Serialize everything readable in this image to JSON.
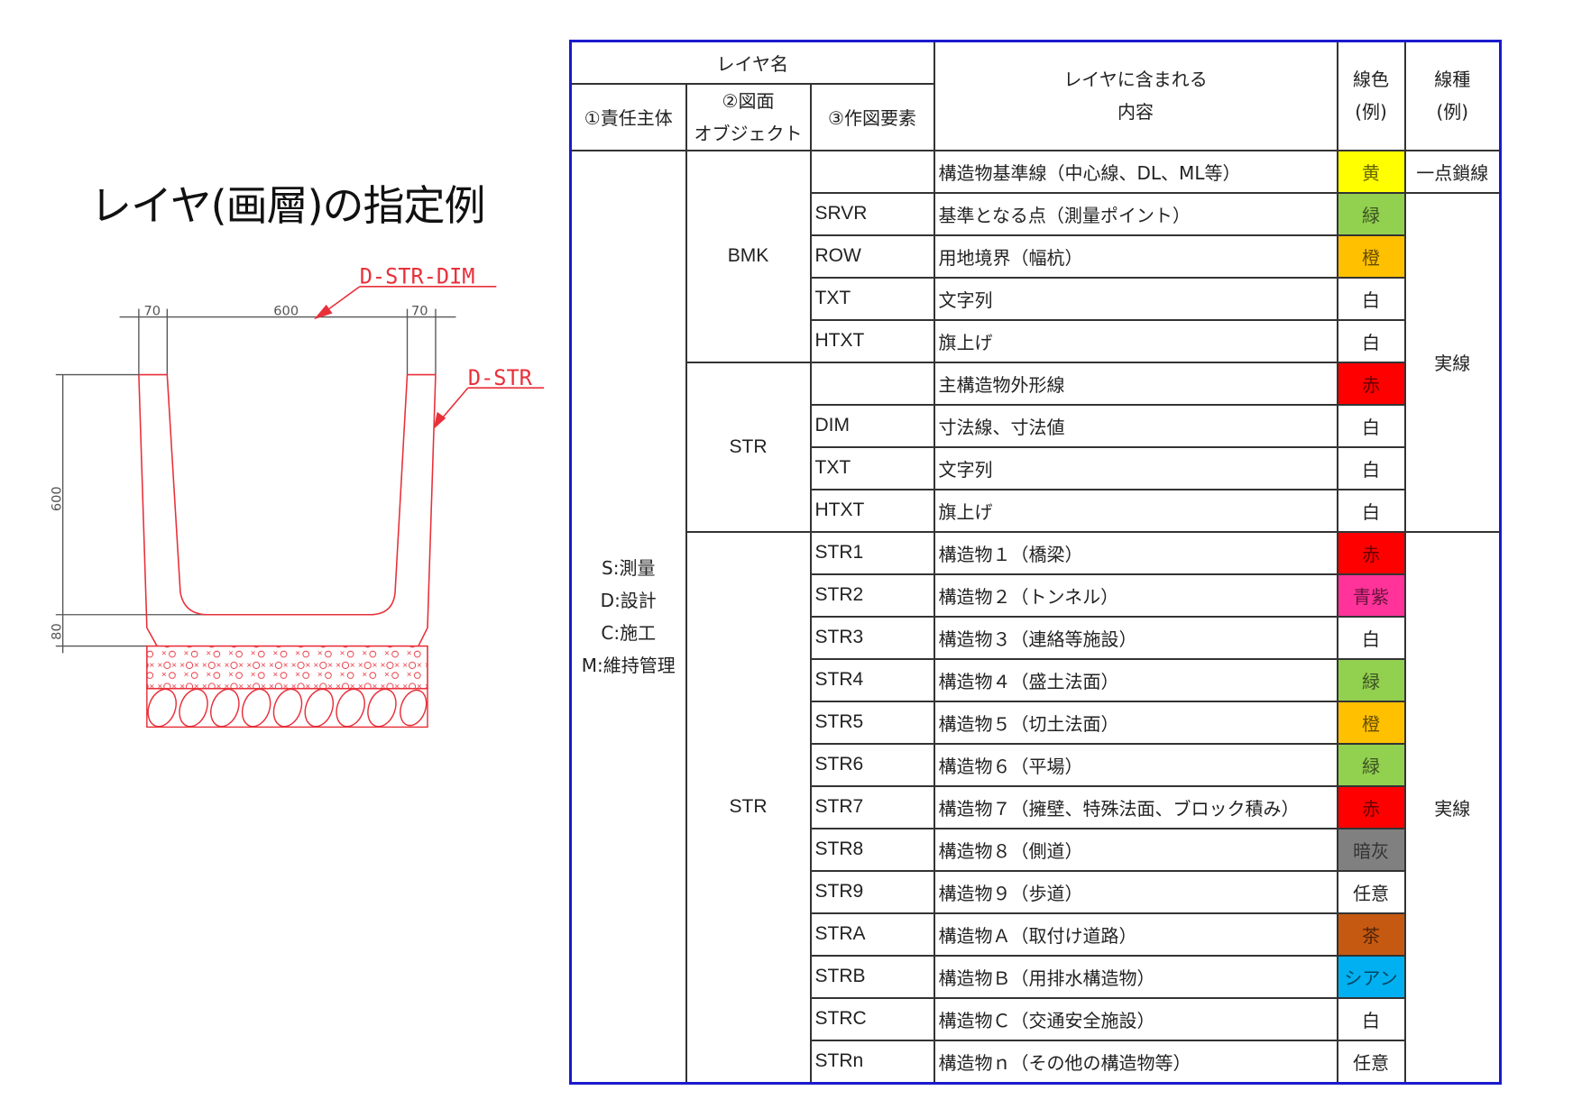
{
  "title": "レイヤ(画層)の指定例",
  "drawing": {
    "labels": {
      "dim_layer": "D-STR-DIM",
      "str_layer": "D-STR"
    },
    "dimensions": {
      "left_wall": "70",
      "inner_width": "600",
      "right_wall": "70",
      "height": "600",
      "base": "80"
    }
  },
  "table": {
    "header": {
      "layer_name": "レイヤ名",
      "responsible": "①責任主体",
      "object_line1": "②図面",
      "object_line2": "オブジェクト",
      "element": "③作図要素",
      "content_line1": "レイヤに含まれる",
      "content_line2": "内容",
      "color_line1": "線色",
      "color_line2": "(例)",
      "linetype_line1": "線種",
      "linetype_line2": "(例)"
    },
    "responsible_lines": [
      "S:測量",
      "D:設計",
      "C:施工",
      "M:維持管理"
    ],
    "groups": [
      "BMK",
      "STR",
      "STR"
    ],
    "linetypes": [
      "一点鎖線",
      "実線",
      "実線"
    ],
    "rows": [
      {
        "element": "",
        "content": "構造物基準線（中心線、DL、ML等）",
        "color": "黄",
        "bg": "#ffff00"
      },
      {
        "element": "SRVR",
        "content": "基準となる点（測量ポイント）",
        "color": "緑",
        "bg": "#92d050"
      },
      {
        "element": "ROW",
        "content": "用地境界（幅杭）",
        "color": "橙",
        "bg": "#ffc000"
      },
      {
        "element": "TXT",
        "content": "文字列",
        "color": "白",
        "bg": "#ffffff"
      },
      {
        "element": "HTXT",
        "content": "旗上げ",
        "color": "白",
        "bg": "#ffffff"
      },
      {
        "element": "",
        "content": "主構造物外形線",
        "color": "赤",
        "bg": "#ff0000"
      },
      {
        "element": "DIM",
        "content": "寸法線、寸法値",
        "color": "白",
        "bg": "#ffffff"
      },
      {
        "element": "TXT",
        "content": "文字列",
        "color": "白",
        "bg": "#ffffff"
      },
      {
        "element": "HTXT",
        "content": "旗上げ",
        "color": "白",
        "bg": "#ffffff"
      },
      {
        "element": "STR1",
        "content": "構造物１（橋梁）",
        "color": "赤",
        "bg": "#ff0000"
      },
      {
        "element": "STR2",
        "content": "構造物２（トンネル）",
        "color": "青紫",
        "bg": "#ff3399"
      },
      {
        "element": "STR3",
        "content": "構造物３（連絡等施設）",
        "color": "白",
        "bg": "#ffffff"
      },
      {
        "element": "STR4",
        "content": "構造物４（盛土法面）",
        "color": "緑",
        "bg": "#92d050"
      },
      {
        "element": "STR5",
        "content": "構造物５（切土法面）",
        "color": "橙",
        "bg": "#ffc000"
      },
      {
        "element": "STR6",
        "content": "構造物６（平場）",
        "color": "緑",
        "bg": "#92d050"
      },
      {
        "element": "STR7",
        "content": "構造物７（擁壁、特殊法面、ブロック積み）",
        "color": "赤",
        "bg": "#ff0000"
      },
      {
        "element": "STR8",
        "content": "構造物８（側道）",
        "color": "暗灰",
        "bg": "#808080"
      },
      {
        "element": "STR9",
        "content": "構造物９（歩道）",
        "color": "任意",
        "bg": "#ffffff"
      },
      {
        "element": "STRA",
        "content": "構造物Ａ（取付け道路）",
        "color": "茶",
        "bg": "#c65911"
      },
      {
        "element": "STRB",
        "content": "構造物Ｂ（用排水構造物）",
        "color": "シアン",
        "bg": "#00b0f0"
      },
      {
        "element": "STRC",
        "content": "構造物Ｃ（交通安全施設）",
        "color": "白",
        "bg": "#ffffff"
      },
      {
        "element": "STRn",
        "content": "構造物ｎ（その他の構造物等）",
        "color": "任意",
        "bg": "#ffffff"
      }
    ]
  },
  "colors": {
    "border": "#1a1acc",
    "drawing_red": "#e8303a",
    "dim_gray": "#555555"
  }
}
